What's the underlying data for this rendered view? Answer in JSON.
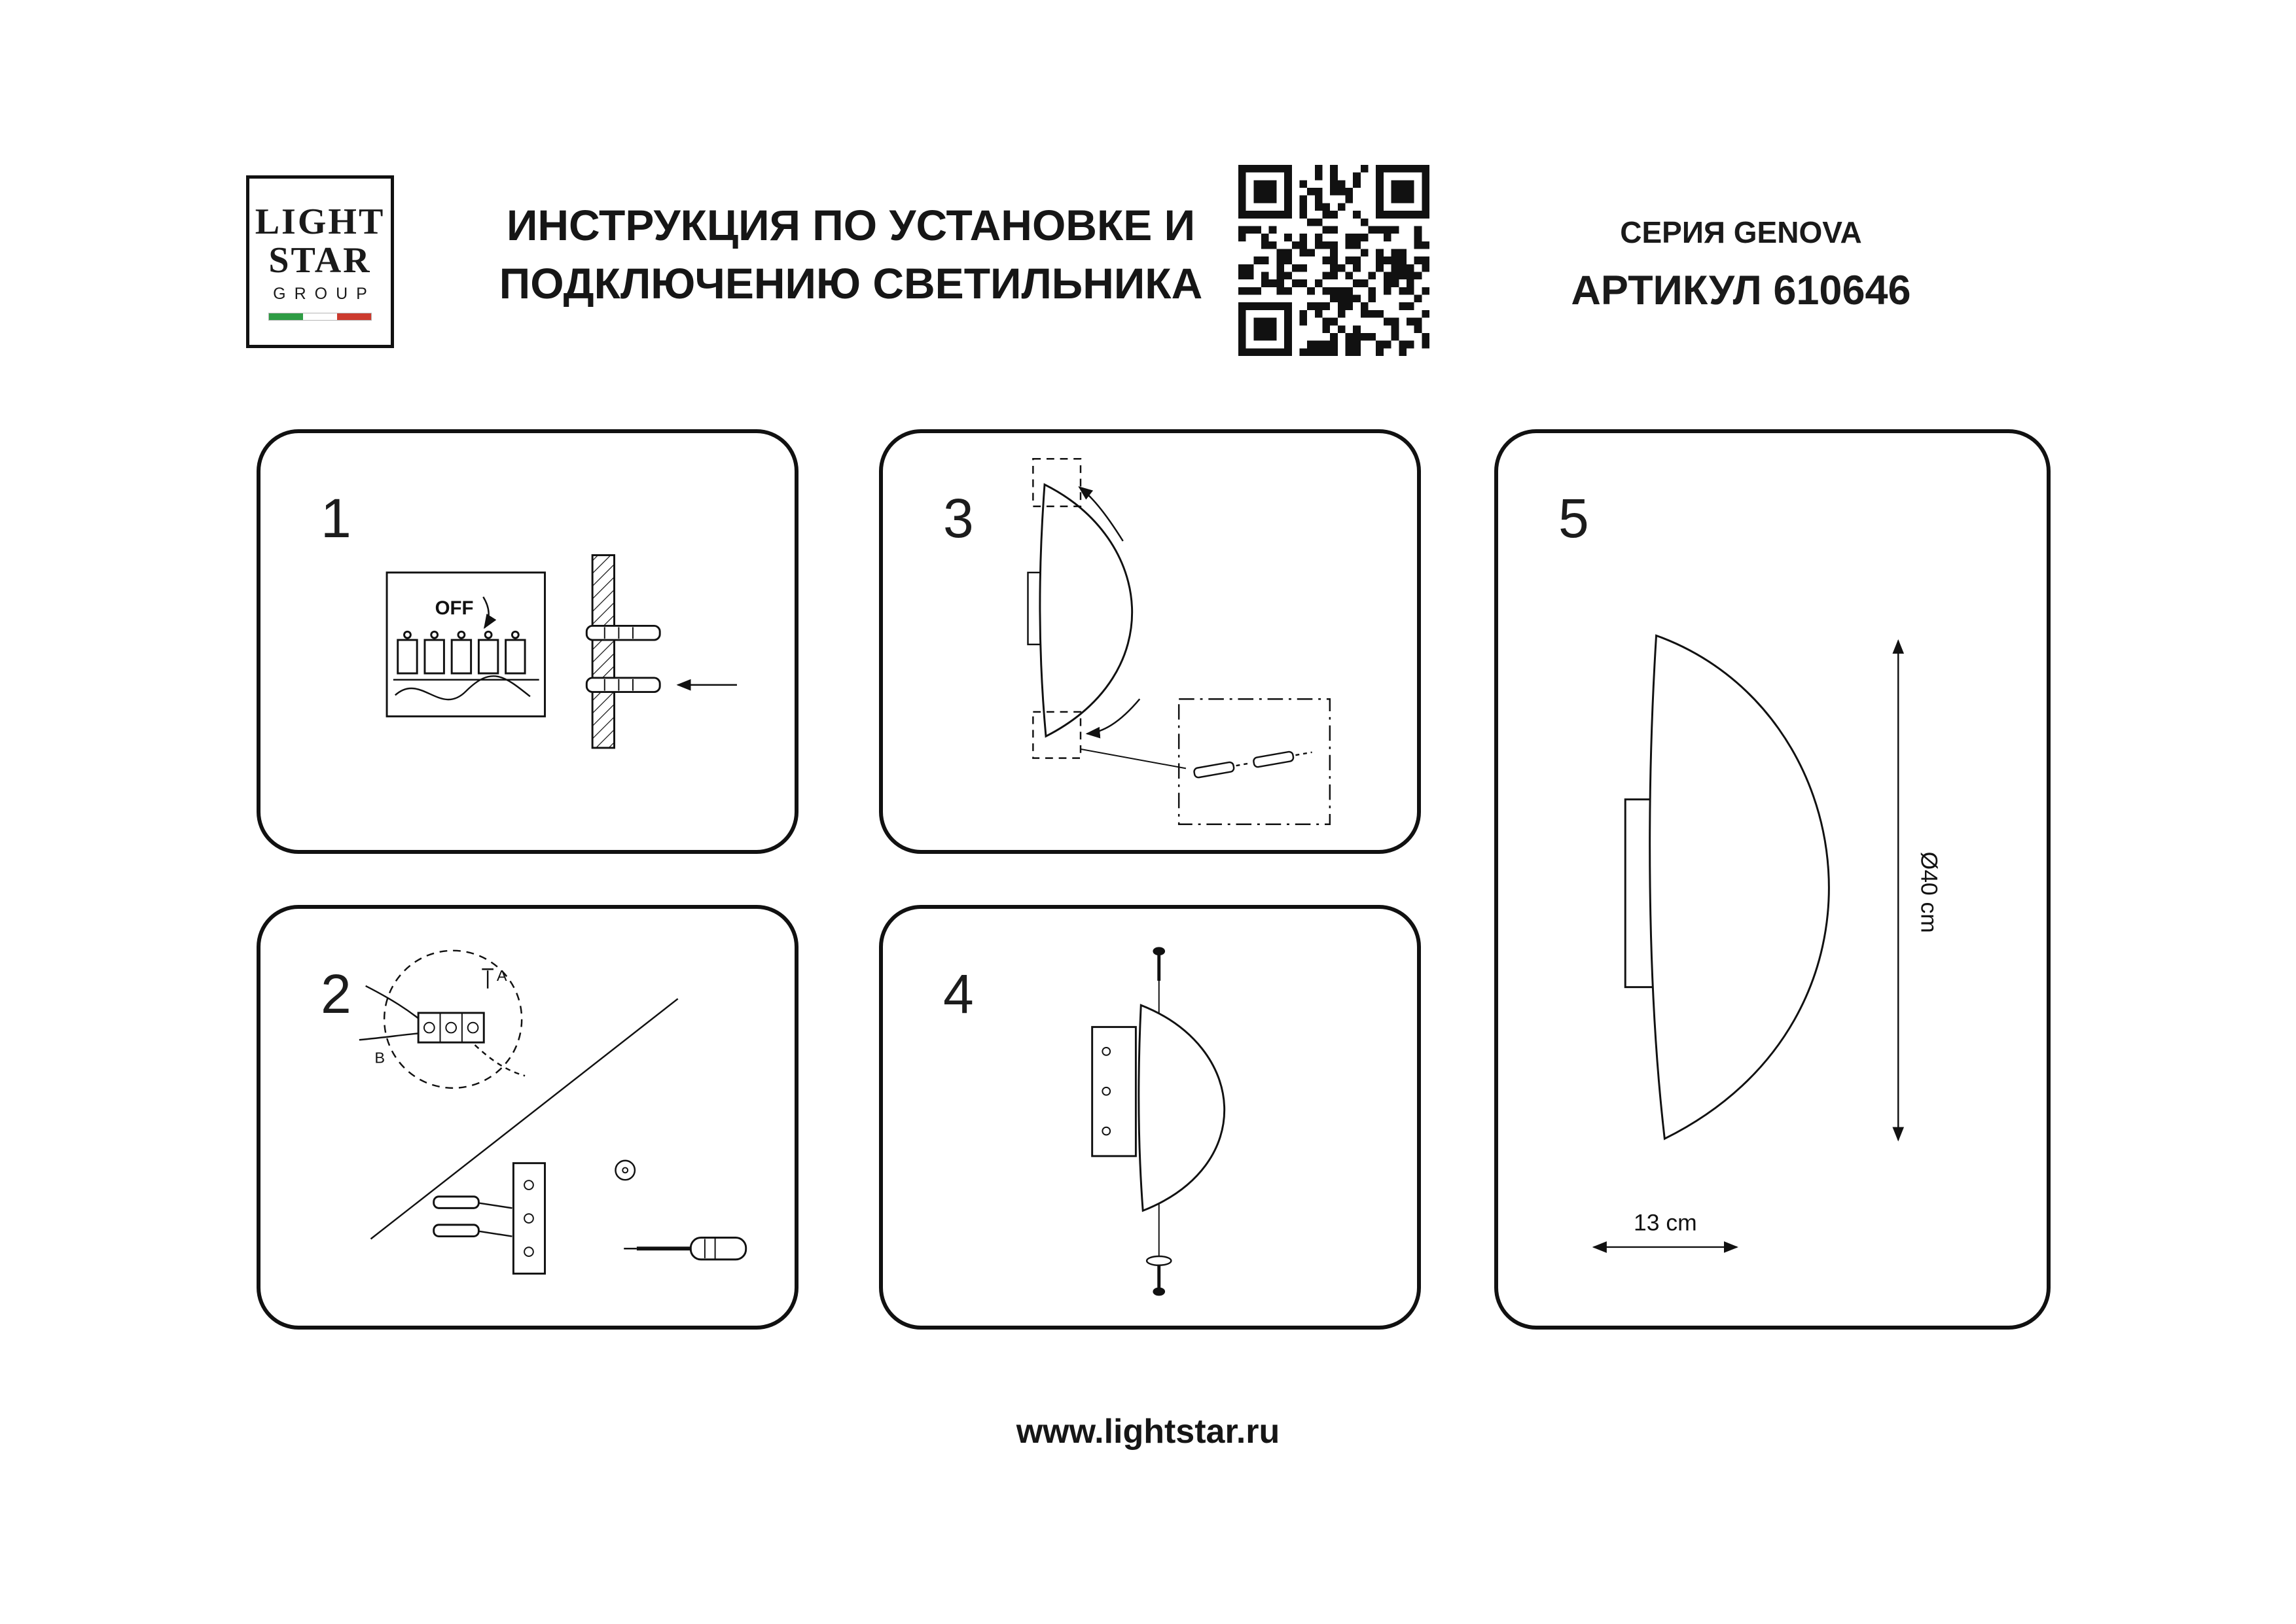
{
  "brand": {
    "logo_line1": "LIGHT",
    "logo_line2": "STAR",
    "logo_line3": "GROUP",
    "flag_green": "#2e9c44",
    "flag_white": "#ffffff",
    "flag_red": "#cc3a2e"
  },
  "header": {
    "title_line1": "ИНСТРУКЦИЯ ПО УСТАНОВКЕ И",
    "title_line2": "ПОДКЛЮЧЕНИЮ СВЕТИЛЬНИКА",
    "series": "СЕРИЯ GENOVA",
    "article": "АРТИКУЛ 610646"
  },
  "steps": [
    {
      "number": "1",
      "off_label": "OFF"
    },
    {
      "number": "2",
      "label_a": "A",
      "label_b": "B"
    },
    {
      "number": "3"
    },
    {
      "number": "4"
    },
    {
      "number": "5",
      "diameter_label": "Ø40 cm",
      "depth_label": "13 cm"
    }
  ],
  "footer": {
    "website": "www.lightstar.ru"
  },
  "colors": {
    "ink": "#111111",
    "background": "#ffffff"
  }
}
